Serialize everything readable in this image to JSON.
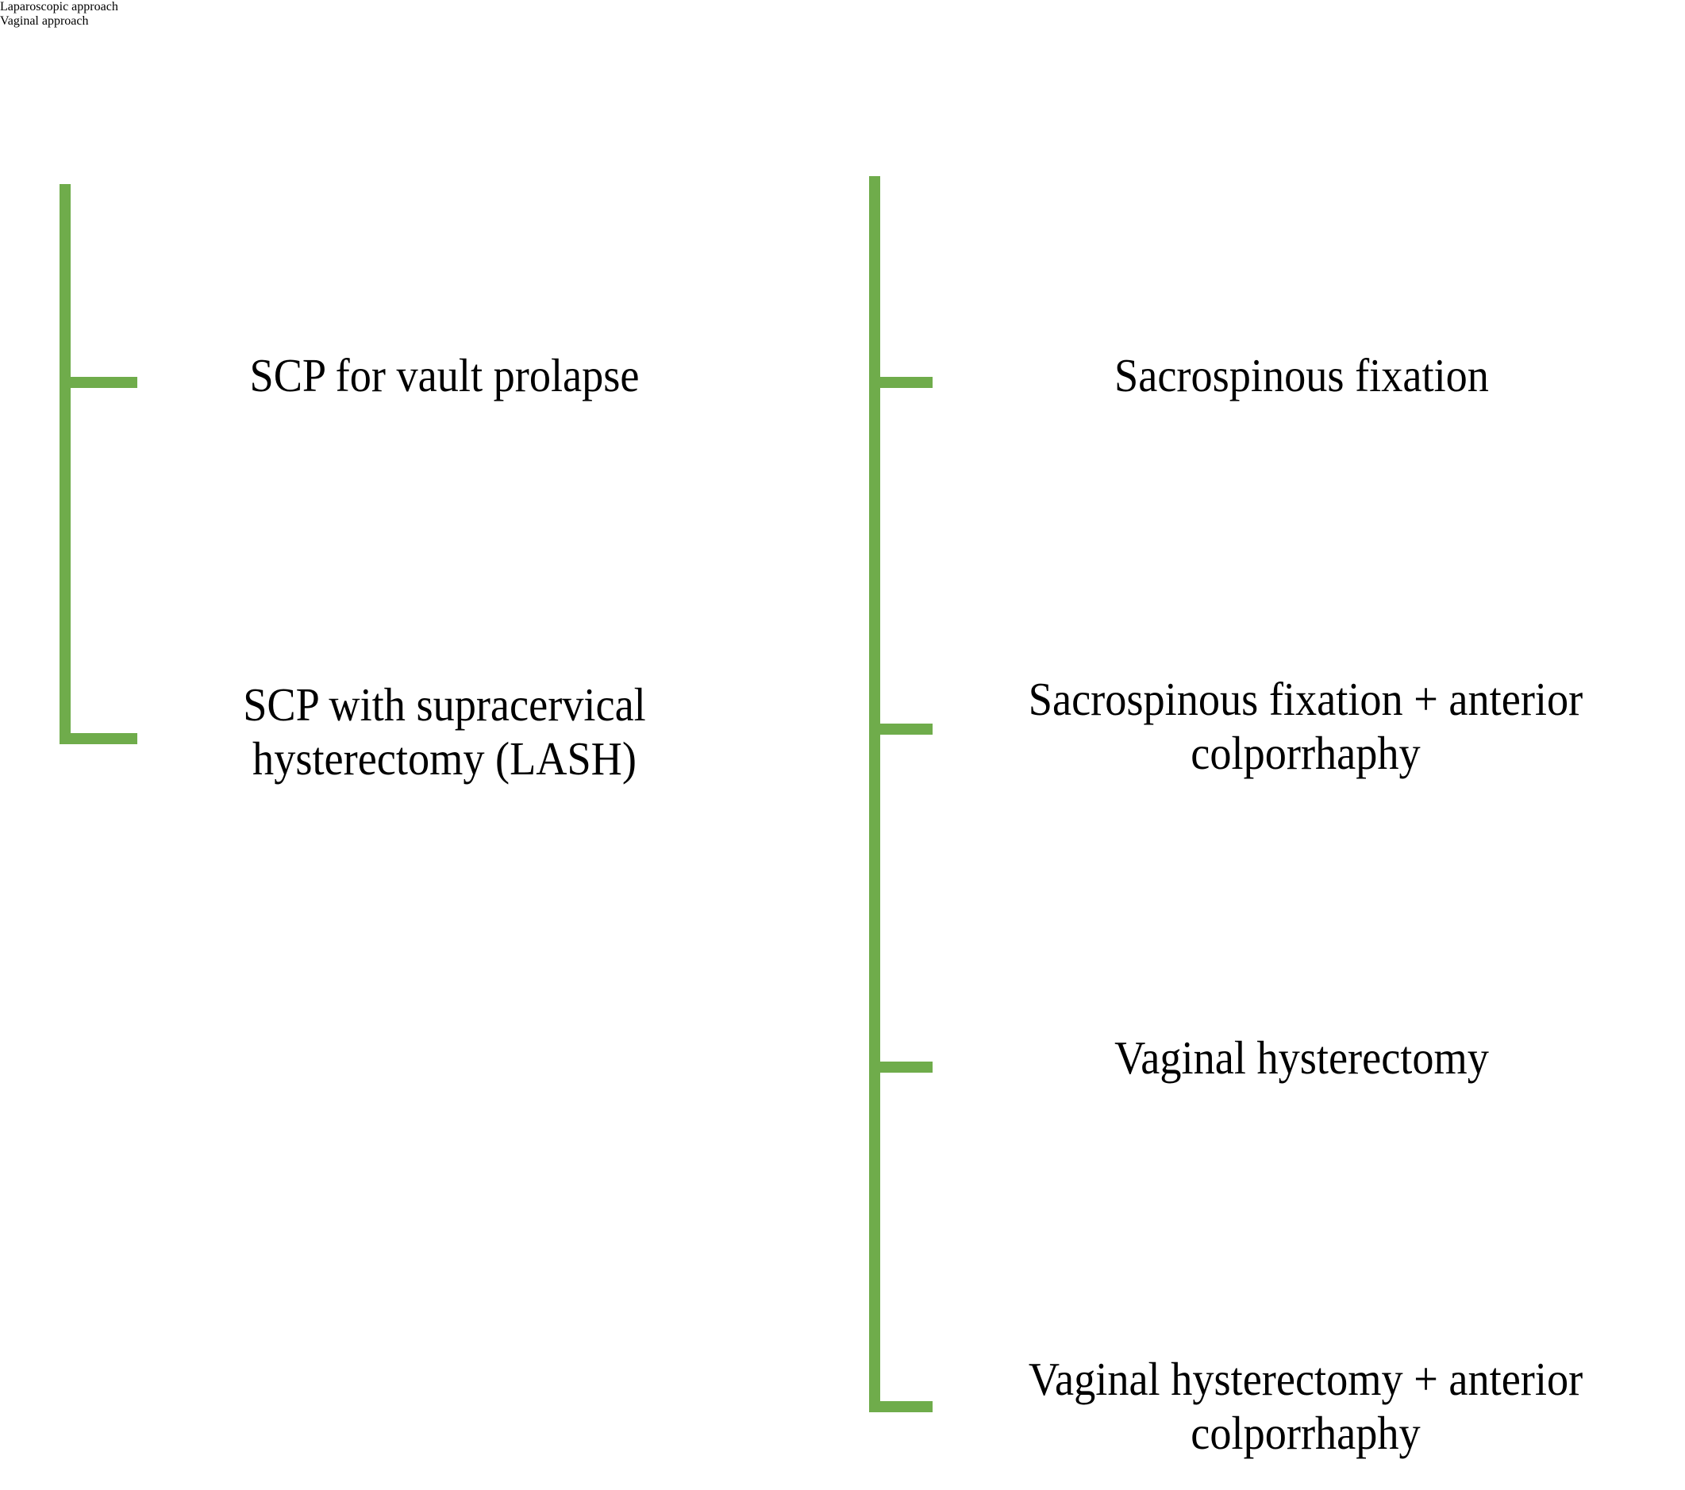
{
  "diagram": {
    "accent_color": "#6FAC4B",
    "background_color": "#FFFFFF",
    "text_color": "#000000",
    "columns": [
      {
        "id": "laparoscopic",
        "title": "Laparoscopic approach",
        "items": [
          "SCP for vault prolapse",
          "SCP with supracervical hysterectomy (LASH)"
        ]
      },
      {
        "id": "vaginal",
        "title": "Vaginal approach",
        "items": [
          "Sacrospinous fixation",
          "Sacrospinous fixation + anterior colporrhaphy",
          "Vaginal hysterectomy",
          "Vaginal hysterectomy + anterior colporrhaphy"
        ]
      }
    ]
  },
  "chart_data": {
    "type": "table",
    "title": "",
    "categories": [
      "Laparoscopic approach",
      "Vaginal approach"
    ],
    "series": [
      {
        "name": "Laparoscopic approach",
        "values": [
          "SCP for vault prolapse",
          "SCP with supracervical hysterectomy (LASH)"
        ]
      },
      {
        "name": "Vaginal approach",
        "values": [
          "Sacrospinous fixation",
          "Sacrospinous fixation + anterior colporrhaphy",
          "Vaginal hysterectomy",
          "Vaginal hysterectomy + anterior colporrhaphy"
        ]
      }
    ]
  }
}
